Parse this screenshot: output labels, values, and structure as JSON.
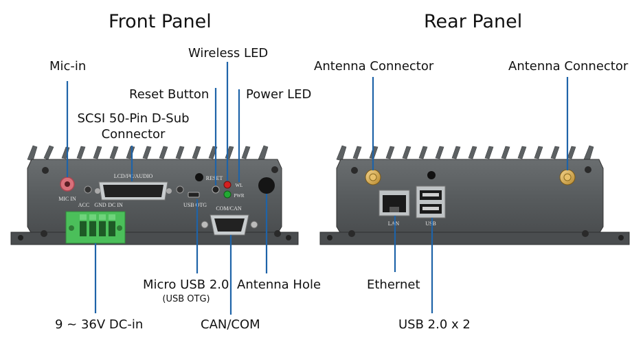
{
  "front": {
    "title": "Front Panel",
    "labels": {
      "mic_in": "Mic-in",
      "reset_button": "Reset Button",
      "wireless_led": "Wireless LED",
      "power_led": "Power LED",
      "scsi_line1": "SCSI 50-Pin D-Sub",
      "scsi_line2": "Connector",
      "micro_usb": "Micro USB 2.0",
      "micro_usb_sub": "(USB OTG)",
      "antenna_hole": "Antenna Hole",
      "dc_in": "9 ~ 36V DC-in",
      "can_com": "CAN/COM"
    },
    "silkscreen": {
      "lcd": "LCD/I²C/AUDIO",
      "mic": "MIC IN",
      "reset": "RESET",
      "acc": "ACC",
      "gnd": "GND",
      "dcin": "DC IN",
      "usb_otg": "USB OTG",
      "com_can": "COM/CAN",
      "wl": "WL",
      "pwr": "PWR"
    }
  },
  "rear": {
    "title": "Rear Panel",
    "labels": {
      "antenna_left": "Antenna Connector",
      "antenna_right": "Antenna Connector",
      "ethernet": "Ethernet",
      "usb": "USB 2.0 x 2"
    },
    "silkscreen": {
      "lan": "LAN",
      "usb": "USB"
    }
  },
  "colors": {
    "leader": "#1e63a8",
    "chassis": "#55595a",
    "fins": "#5d6163",
    "terminal": "#4bbf5a",
    "mic_jack": "#d9707a",
    "led_red": "#d42020",
    "led_green": "#22aa33"
  }
}
